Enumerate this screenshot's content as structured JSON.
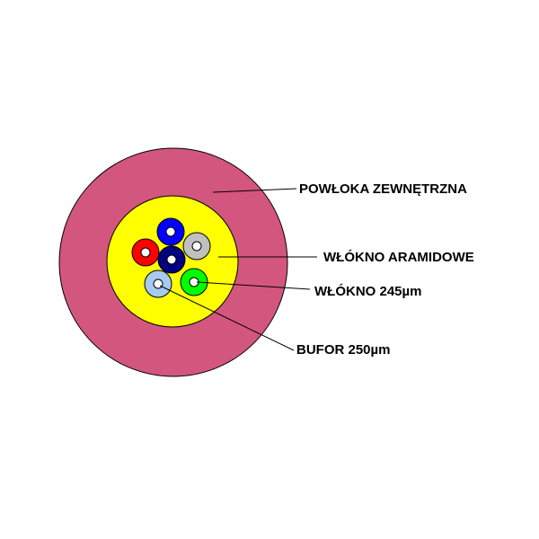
{
  "labels": {
    "outer_jacket": "POWŁOKA ZEWNĘTRZNA",
    "aramid_yarn": "WŁÓKNO ARAMIDOWE",
    "fiber": "WŁÓKNO 245µm",
    "buffer": "BUFOR 250µm"
  },
  "colors": {
    "outer_jacket": "#d3567f",
    "aramid_yarn": "#ffff00",
    "outline": "#000000",
    "fiber_core": "#ffffff",
    "fibers": {
      "top": "#0000ff",
      "top_right": "#c0c0c0",
      "left": "#ff0000",
      "center": "#000080",
      "right": "#00ff00",
      "bottom_left": "#a6caf0"
    }
  }
}
